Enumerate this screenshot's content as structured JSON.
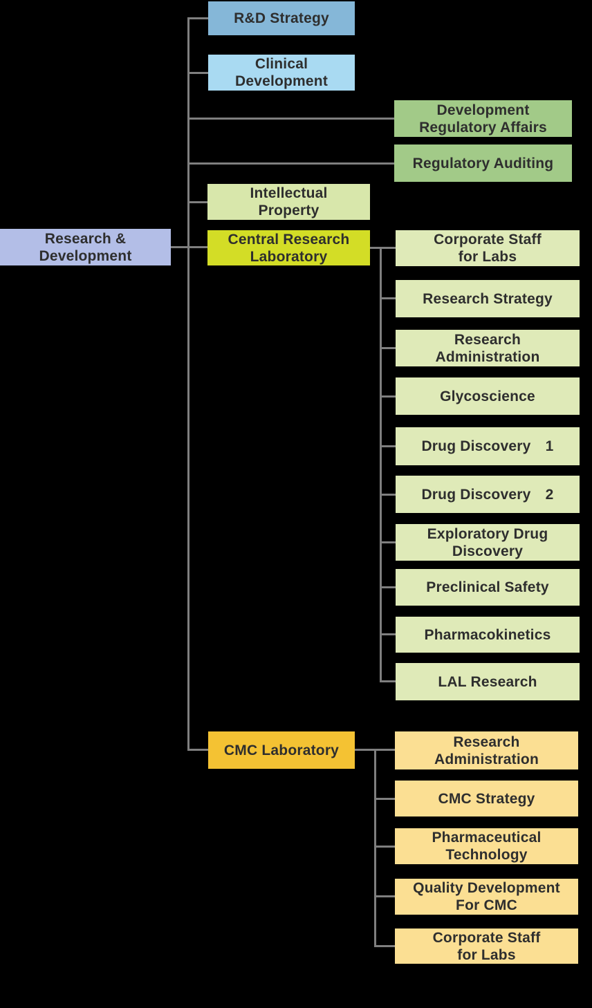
{
  "colors": {
    "background": "#000000",
    "connector": "#7f7f7f",
    "text": "#2e2e2e",
    "root_lavender": "#b3bee7",
    "strategy_blue": "#85b7d8",
    "clinical_light_blue": "#a9daf2",
    "regulatory_green": "#a2ca88",
    "ip_pale_green": "#d8e7ab",
    "crl_yellow_green": "#d3dd26",
    "crl_child_pale_green": "#dfeab8",
    "cmc_amber": "#f4c233",
    "cmc_child_light_yellow": "#fbdf93"
  },
  "org": {
    "root": {
      "label": "Research &\nDevelopment"
    },
    "level2": [
      {
        "label": "R&D Strategy"
      },
      {
        "label": "Clinical\nDevelopment"
      },
      {
        "label": "Development\nRegulatory Affairs"
      },
      {
        "label": "Regulatory Auditing"
      },
      {
        "label": "Intellectual\nProperty"
      },
      {
        "label": "Central Research\nLaboratory"
      },
      {
        "label": "CMC Laboratory"
      }
    ],
    "central_research_children": [
      {
        "label": "Corporate Staff\nfor Labs"
      },
      {
        "label": "Research Strategy"
      },
      {
        "label": "Research\nAdministration"
      },
      {
        "label": "Glycoscience"
      },
      {
        "label": "Drug Discovery　1"
      },
      {
        "label": "Drug Discovery　2"
      },
      {
        "label": "Exploratory Drug\nDiscovery"
      },
      {
        "label": "Preclinical Safety"
      },
      {
        "label": "Pharmacokinetics"
      },
      {
        "label": "LAL Research"
      }
    ],
    "cmc_children": [
      {
        "label": "Research\nAdministration"
      },
      {
        "label": "CMC Strategy"
      },
      {
        "label": "Pharmaceutical\nTechnology"
      },
      {
        "label": "Quality Development\nFor CMC"
      },
      {
        "label": "Corporate Staff\nfor Labs"
      }
    ]
  }
}
